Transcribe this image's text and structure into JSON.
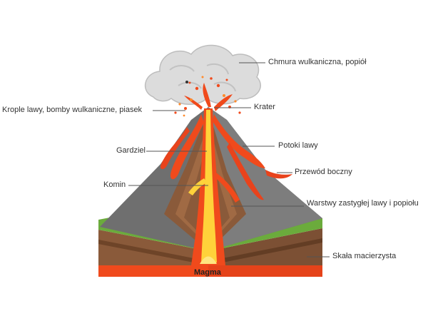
{
  "labels": {
    "cloud": "Chmura wulkaniczna, popiół",
    "bombs": "Krople lawy, bomby wulkaniczne, piasek",
    "crater": "Krater",
    "throat": "Gardziel",
    "lava_flows": "Potoki lawy",
    "side_vent": "Przewód boczny",
    "conduit": "Komin",
    "layers": "Warstwy zastygłej lawy i popiołu",
    "bedrock": "Skała macierzysta",
    "magma": "Magma"
  },
  "colors": {
    "lava": "#f04a1c",
    "lava_bright": "#ffd23a",
    "rock_gray": "#6f6f6f",
    "soil": "#8a5a3a",
    "grass": "#6bab3c",
    "ash": "#d9d9d9",
    "leader": "#555555"
  }
}
